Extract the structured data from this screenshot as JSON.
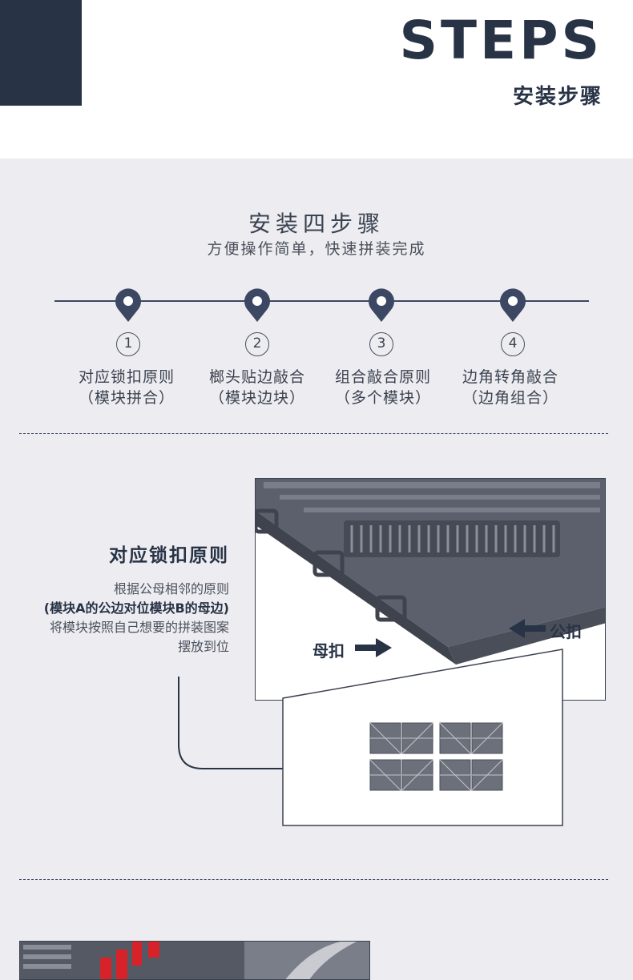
{
  "header": {
    "title": "STEPS",
    "subtitle": "安装步骤"
  },
  "section": {
    "title": "安装四步骤",
    "subtitle": "方便操作简单，快速拼装完成",
    "steps": [
      {
        "number": "1",
        "line1": "对应锁扣原则",
        "line2": "（模块拼合）"
      },
      {
        "number": "2",
        "line1": "榔头贴边敲合",
        "line2": "（模块边块）"
      },
      {
        "number": "3",
        "line1": "组合敲合原则",
        "line2": "（多个模块）"
      },
      {
        "number": "4",
        "line1": "边角转角敲合",
        "line2": "（边角组合）"
      }
    ]
  },
  "detail": {
    "title": "对应锁扣原则",
    "lines": [
      "根据公母相邻的原则",
      "(模块A的公边对位模块B的母边)",
      "将模块按照自己想要的拼装图案",
      "摆放到位"
    ],
    "female_label": "母扣",
    "male_label": "公扣"
  },
  "icons": {
    "pin": "location-pin-icon",
    "arrow_right": "arrow-right-icon",
    "arrow_left": "arrow-left-icon"
  },
  "colors": {
    "navy": "#283346",
    "background": "#ededf1",
    "tile": "#5b606c"
  }
}
